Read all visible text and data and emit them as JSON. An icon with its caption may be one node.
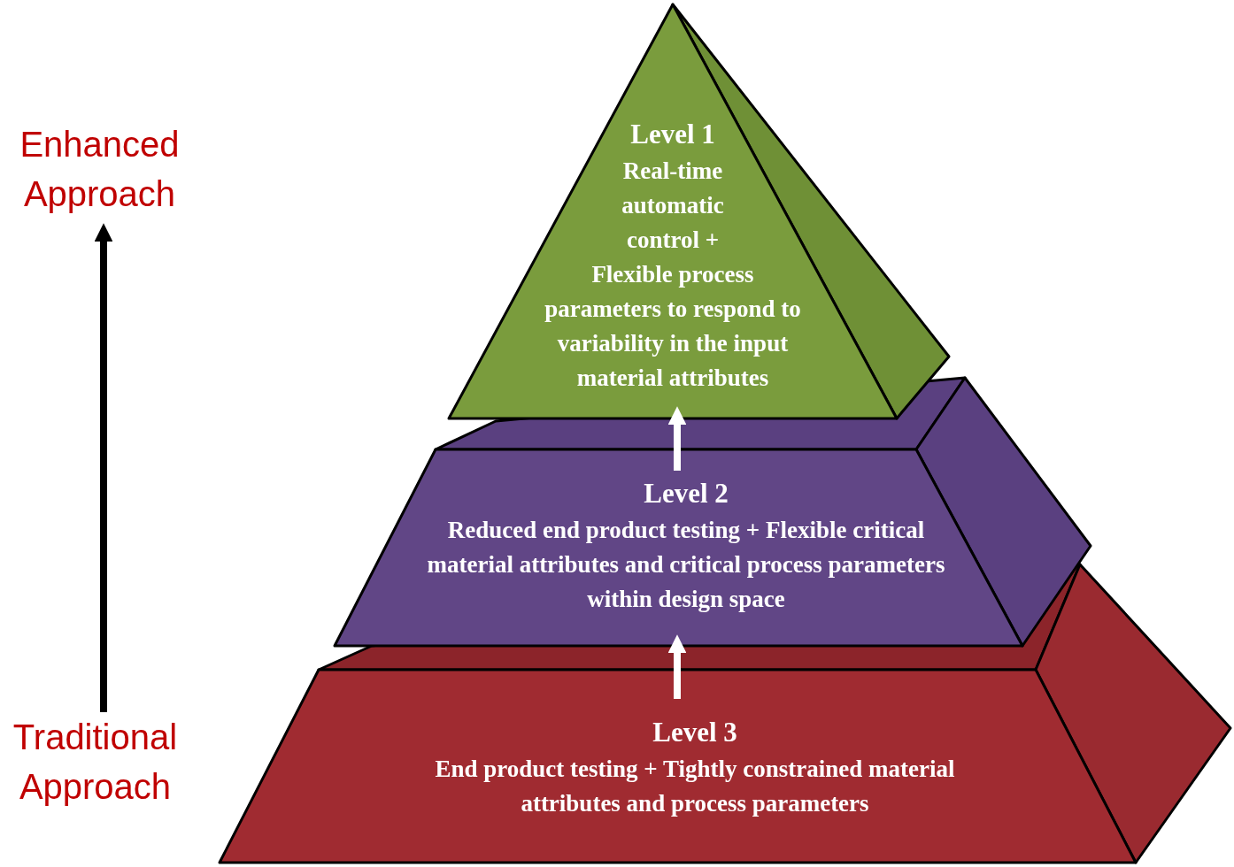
{
  "diagram": {
    "nodes": [
      {
        "text": [
          "Enhanced Approach"
        ]
      },
      {
        "text": [
          "Traditional Approach"
        ]
      },
      {
        "text": [
          "Level 1",
          "Real-time automatic control + Flexible process parameters to respond to variability in the input material attributes"
        ]
      },
      {
        "text": [
          "Level 2",
          "Reduced end product testing + Flexible critical material attributes and critical process parameters within design space"
        ]
      },
      {
        "text": [
          "Level 3",
          "End product testing + Tightly constrained material attributes and process parameters"
        ]
      }
    ],
    "edges": [
      {
        "from": 1,
        "to": 0,
        "arrow": "to",
        "color": "#000000"
      },
      {
        "from": 3,
        "to": 2,
        "arrow": "to"
      },
      {
        "from": 4,
        "to": 3,
        "arrow": "to"
      }
    ]
  }
}
